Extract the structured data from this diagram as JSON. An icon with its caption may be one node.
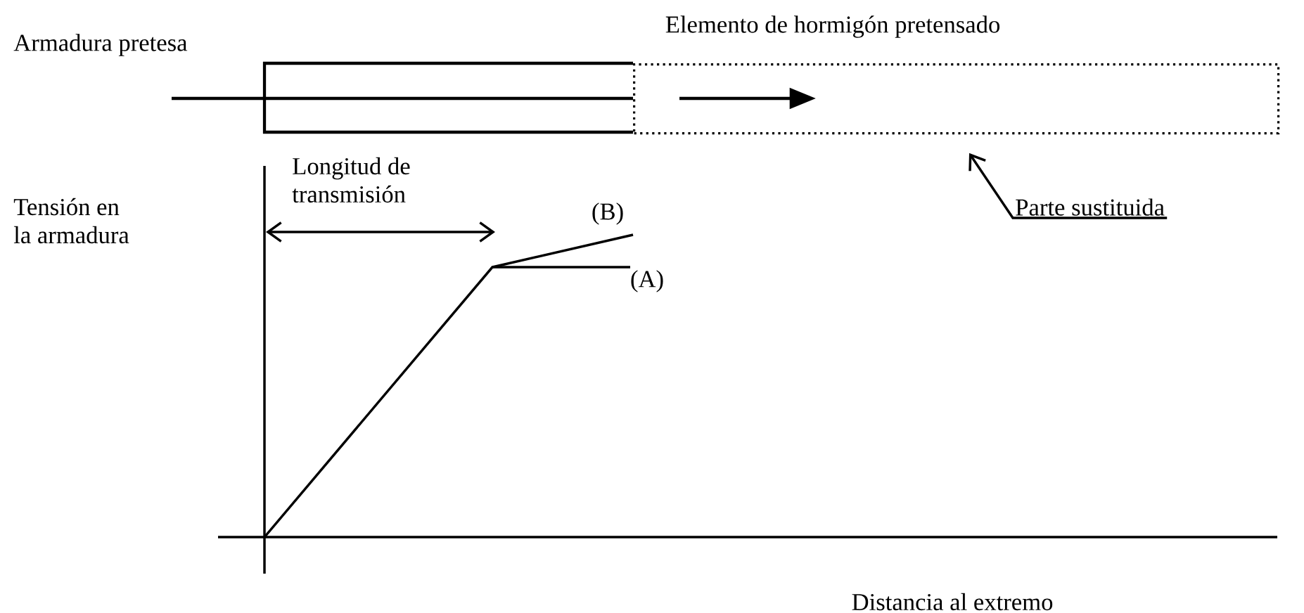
{
  "diagram": {
    "nodes": [
      {
        "text": [],
        "shape": "box"
      },
      {
        "text": [
          "Parte sustituida"
        ]
      }
    ],
    "edges": [
      {
        "from": 1,
        "to": 0,
        "arrow": "to"
      }
    ],
    "labels": [
      "Armadura pretesa",
      "Elemento de hormigón pretensado",
      "Longitud de transmisión",
      "Tensión en la armadura",
      "(B)",
      "(A)",
      "Distancia al extremo"
    ]
  }
}
